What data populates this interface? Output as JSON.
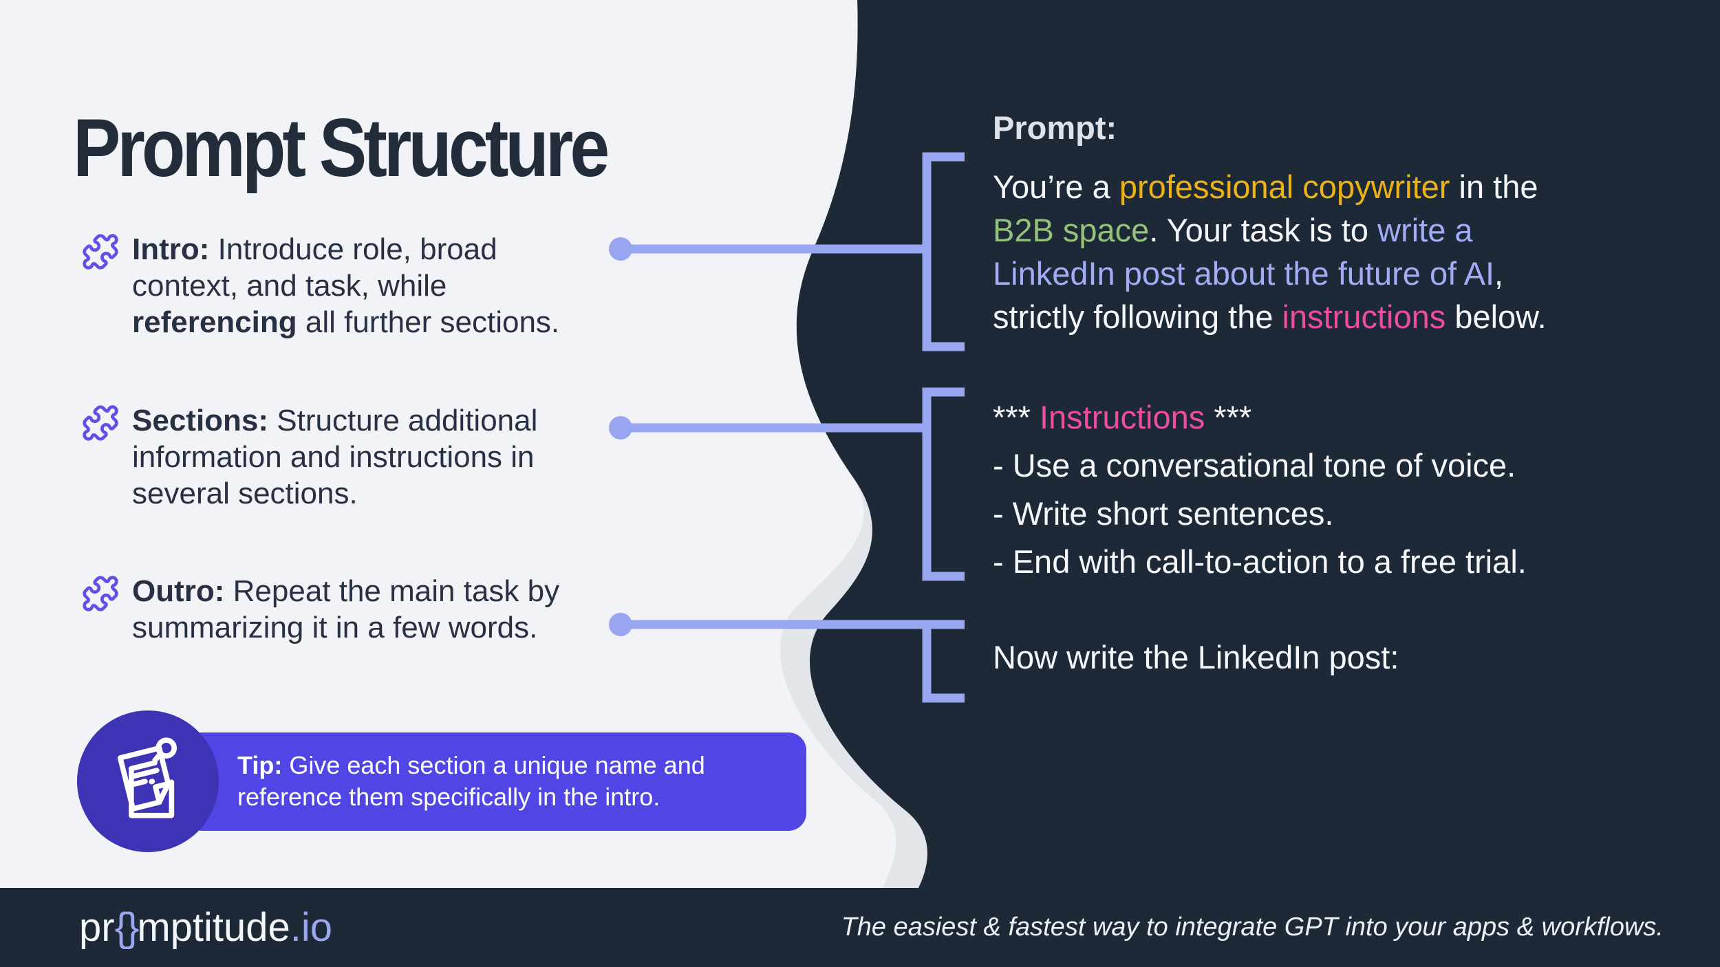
{
  "title": "Prompt Structure",
  "colors": {
    "dark_bg": "#1d2936",
    "light_bg": "#f1f3f6",
    "wave_gray": "#e2e5ea",
    "connector": "#98a5f0",
    "puzzle": "#6050e8",
    "tip_banner": "#5145e5",
    "tip_circle": "#3d33b4",
    "title_text": "#222c3a",
    "body_text": "#273143",
    "white_text": "#f5f7fa",
    "yellow": "#ecb216",
    "green": "#94c17c",
    "periwinkle": "#a3adf7",
    "pink": "#ee4da2",
    "logo_accent": "#9aa7f0"
  },
  "left": {
    "items": [
      {
        "icon": "puzzle-icon",
        "lines": [
          {
            "s0": "Intro:",
            "s1": " Introduce role, broad"
          },
          {
            "s0": "context, and task, while"
          },
          {
            "s0": "referencing",
            "s1": " all further sections."
          }
        ]
      },
      {
        "icon": "puzzle-icon",
        "lines": [
          {
            "s0": "Sections:",
            "s1": " Structure additional"
          },
          {
            "s0": "information and instructions in"
          },
          {
            "s0": "several sections."
          }
        ]
      },
      {
        "icon": "puzzle-icon",
        "lines": [
          {
            "s0": "Outro:",
            "s1": " Repeat the main task by"
          },
          {
            "s0": "summarizing it in a few words."
          }
        ]
      }
    ],
    "tip": {
      "icon": "note-pin-icon",
      "lines": [
        {
          "s0": "Tip:",
          "s1": " Give each section a unique name and"
        },
        {
          "s0": "reference them specifically in the intro."
        }
      ]
    }
  },
  "right": {
    "prompt": {
      "label": "Prompt:",
      "lines": [
        {
          "s0": "You’re a ",
          "s1": "professional copywriter",
          "s2": " in the"
        },
        {
          "s0": "B2B space",
          "s1": ". Your task is to ",
          "s2": "write a"
        },
        {
          "s0": "LinkedIn post about the future of AI",
          "s1": ","
        },
        {
          "s0": "strictly following the ",
          "s1": "instructions",
          "s2": " below."
        }
      ]
    },
    "instructions": {
      "header": {
        "h0": "*** ",
        "h1": "Instructions",
        "h2": " ***"
      },
      "items": [
        "- Use a conversational tone of voice.",
        "- Write short sentences.",
        "- End with call-to-action to a free trial."
      ]
    },
    "now_write": "Now write the LinkedIn post:"
  },
  "footer": {
    "logo_pre": "pr",
    "logo_braces": "{}",
    "logo_post": "mptitude",
    "logo_tld": ".io",
    "tagline": "The easiest & fastest way to integrate GPT into your apps & workflows."
  }
}
